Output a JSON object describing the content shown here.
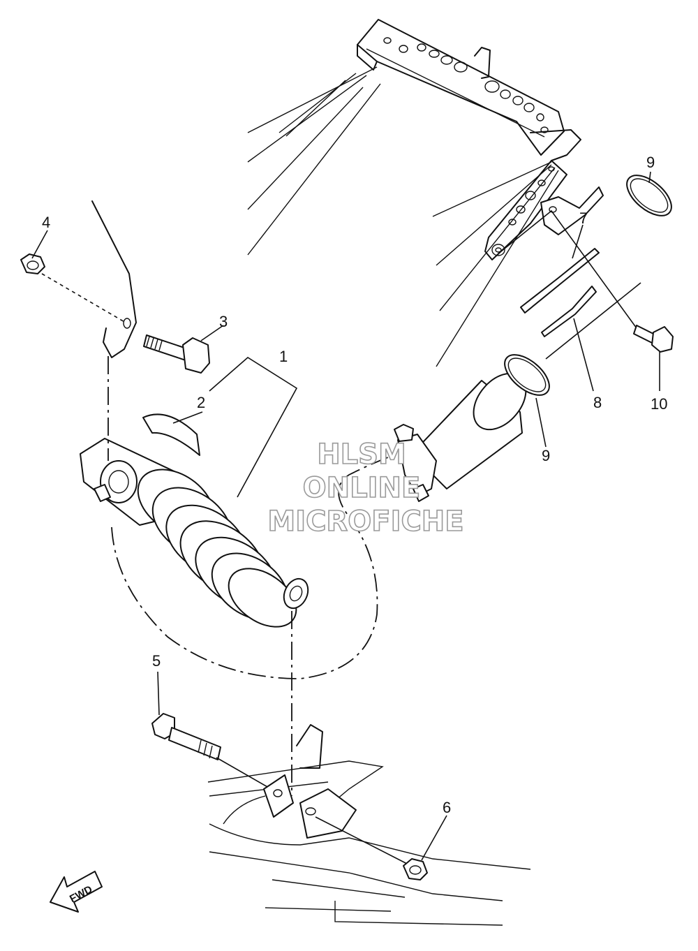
{
  "callouts": [
    {
      "id": "1",
      "label": "1"
    },
    {
      "id": "2",
      "label": "2"
    },
    {
      "id": "3",
      "label": "3"
    },
    {
      "id": "4",
      "label": "4"
    },
    {
      "id": "5",
      "label": "5"
    },
    {
      "id": "6",
      "label": "6"
    },
    {
      "id": "7",
      "label": "7"
    },
    {
      "id": "8",
      "label": "8"
    },
    {
      "id": "9a",
      "label": "9"
    },
    {
      "id": "9b",
      "label": "9"
    },
    {
      "id": "10",
      "label": "10"
    }
  ],
  "watermark": {
    "line1": "HLSM",
    "line2": "ONLINE",
    "line3": "MICROFICHE"
  },
  "fwd_label": "FWD"
}
